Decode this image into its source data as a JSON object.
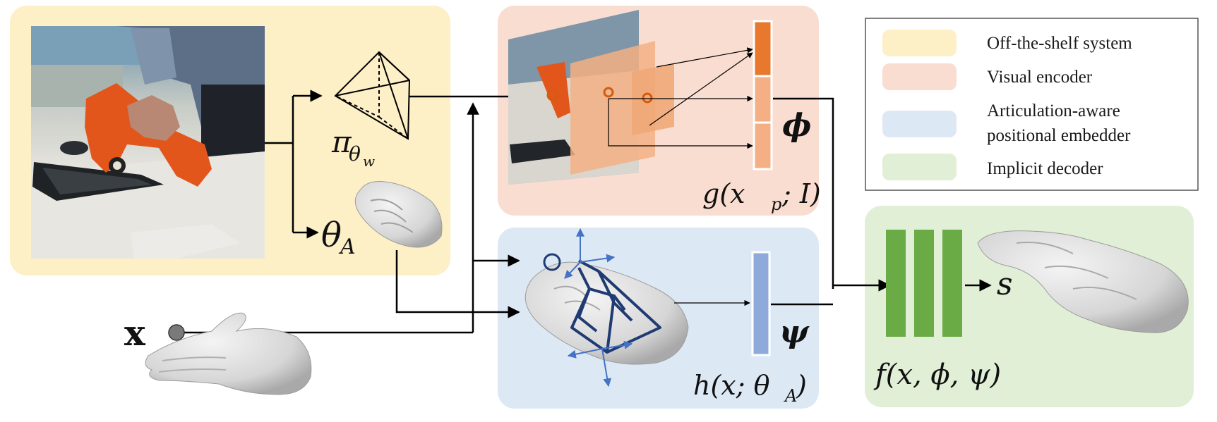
{
  "legend": {
    "items": [
      {
        "label": "Off-the-shelf system",
        "color": "#fdefc6"
      },
      {
        "label": "Visual encoder",
        "color": "#f9ddd0"
      },
      {
        "label": "Articulation-aware",
        "label2": "positional embedder",
        "color": "#dde8f5"
      },
      {
        "label": "Implicit decoder",
        "color": "#e1efd6"
      }
    ]
  },
  "labels": {
    "pi": "π",
    "pi_sub": "θ",
    "pi_subsub": "w",
    "theta": "θ",
    "theta_sub": "A",
    "x_point": "x",
    "phi": "ϕ",
    "psi": "ψ",
    "s": "s",
    "g_func": "g(x",
    "g_sub": "p",
    "g_rest": "; I)",
    "h_func": "h(x; θ",
    "h_sub": "A",
    "h_rest": ")",
    "f_func": "f(x, ϕ, ψ)"
  },
  "colors": {
    "offshelf_bg": "#fdefc6",
    "visual_bg": "#f9ddd0",
    "embed_bg": "#dde8f5",
    "decoder_bg": "#e1efd6",
    "feature_dark": "#e8782e",
    "feature_light": "#f4b084",
    "embed_bar": "#8eaadb",
    "decoder_bar": "#6aab46",
    "skeleton": "#1f3b73",
    "axis_blue": "#4472c4"
  }
}
